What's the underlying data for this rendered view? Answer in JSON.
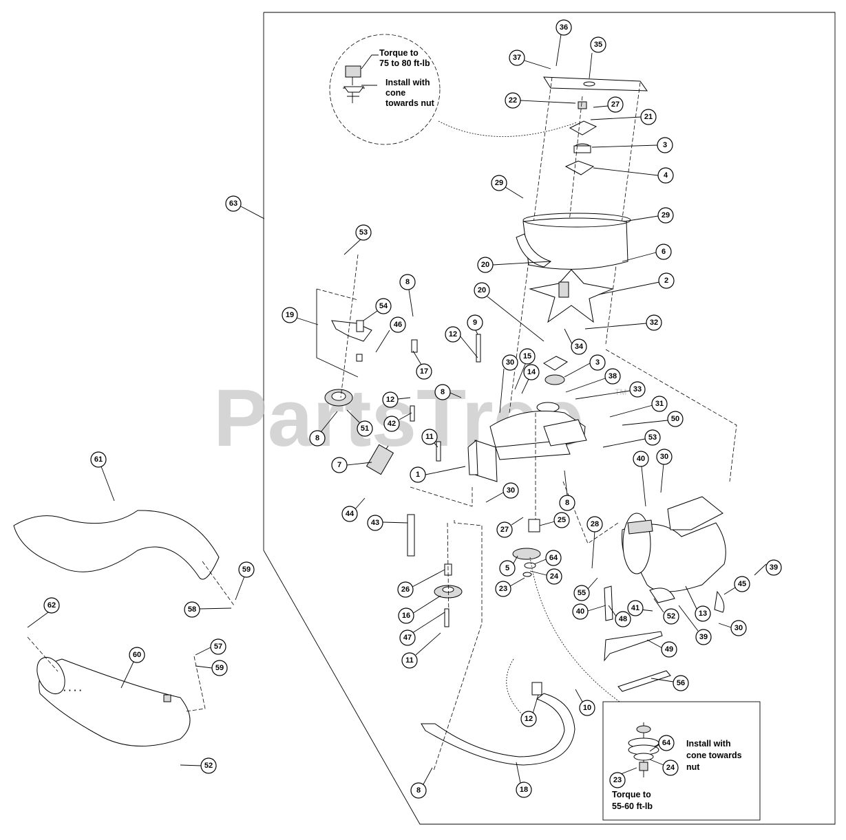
{
  "watermark": {
    "text": "PartsTree",
    "tm": "TM"
  },
  "notes": {
    "detail_top": {
      "torque": [
        "Torque to",
        "75 to 80 ft-lb"
      ],
      "install": [
        "Install with",
        "cone",
        "towards nut"
      ]
    },
    "detail_bottom": {
      "install": [
        "Install with",
        "cone towards",
        "nut"
      ],
      "torque": [
        "Torque to",
        "55-60 ft-lb"
      ]
    }
  },
  "callouts": [
    {
      "num": "1"
    },
    {
      "num": "2"
    },
    {
      "num": "3"
    },
    {
      "num": "3"
    },
    {
      "num": "4"
    },
    {
      "num": "5"
    },
    {
      "num": "6"
    },
    {
      "num": "7"
    },
    {
      "num": "8"
    },
    {
      "num": "8"
    },
    {
      "num": "8"
    },
    {
      "num": "8"
    },
    {
      "num": "8"
    },
    {
      "num": "9"
    },
    {
      "num": "10"
    },
    {
      "num": "11"
    },
    {
      "num": "11"
    },
    {
      "num": "12"
    },
    {
      "num": "12"
    },
    {
      "num": "12"
    },
    {
      "num": "13"
    },
    {
      "num": "14"
    },
    {
      "num": "15"
    },
    {
      "num": "16"
    },
    {
      "num": "17"
    },
    {
      "num": "18"
    },
    {
      "num": "19"
    },
    {
      "num": "20"
    },
    {
      "num": "20"
    },
    {
      "num": "21"
    },
    {
      "num": "22"
    },
    {
      "num": "23"
    },
    {
      "num": "23"
    },
    {
      "num": "24"
    },
    {
      "num": "24"
    },
    {
      "num": "25"
    },
    {
      "num": "26"
    },
    {
      "num": "27"
    },
    {
      "num": "27"
    },
    {
      "num": "28"
    },
    {
      "num": "29"
    },
    {
      "num": "29"
    },
    {
      "num": "30"
    },
    {
      "num": "30"
    },
    {
      "num": "30"
    },
    {
      "num": "30"
    },
    {
      "num": "31"
    },
    {
      "num": "32"
    },
    {
      "num": "33"
    },
    {
      "num": "34"
    },
    {
      "num": "35"
    },
    {
      "num": "36"
    },
    {
      "num": "37"
    },
    {
      "num": "38"
    },
    {
      "num": "39"
    },
    {
      "num": "39"
    },
    {
      "num": "40"
    },
    {
      "num": "40"
    },
    {
      "num": "41"
    },
    {
      "num": "42"
    },
    {
      "num": "43"
    },
    {
      "num": "44"
    },
    {
      "num": "45"
    },
    {
      "num": "46"
    },
    {
      "num": "47"
    },
    {
      "num": "48"
    },
    {
      "num": "49"
    },
    {
      "num": "50"
    },
    {
      "num": "51"
    },
    {
      "num": "52"
    },
    {
      "num": "52"
    },
    {
      "num": "53"
    },
    {
      "num": "53"
    },
    {
      "num": "54"
    },
    {
      "num": "55"
    },
    {
      "num": "56"
    },
    {
      "num": "57"
    },
    {
      "num": "58"
    },
    {
      "num": "59"
    },
    {
      "num": "59"
    },
    {
      "num": "60"
    },
    {
      "num": "61"
    },
    {
      "num": "62"
    },
    {
      "num": "63"
    },
    {
      "num": "64"
    },
    {
      "num": "64"
    }
  ]
}
